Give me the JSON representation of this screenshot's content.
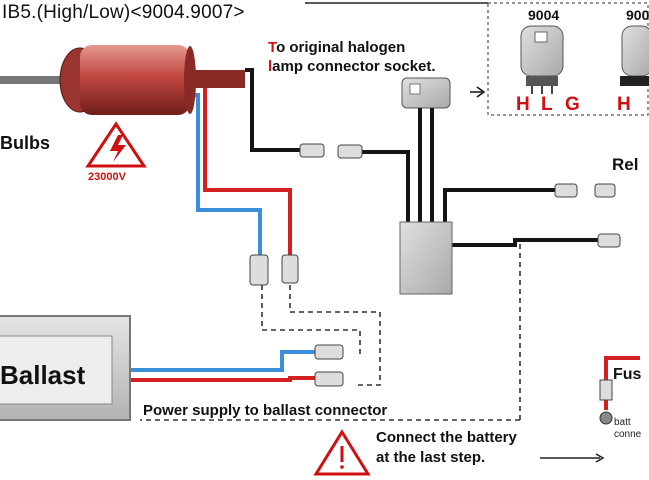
{
  "title": "IB5.(High/Low)<9004.9007>",
  "labels": {
    "bulbs": "Bulbs",
    "voltage": "23000V",
    "original_line1_lead": "T",
    "original_line1_rest": "o original halogen",
    "original_line2_lead": "l",
    "original_line2_rest": "amp connector socket.",
    "plug_a": "9004",
    "plug_b": "900",
    "pins_a": [
      "H",
      "L",
      "G"
    ],
    "pins_b": [
      "H"
    ],
    "relay": "Rel",
    "ballast": "Ballast",
    "power": "Power supply to ballast connector",
    "connect_line1": "Connect the battery",
    "connect_line2": "at the last step.",
    "fuse": "Fus",
    "battery_line1": "batt",
    "battery_line2": "conne"
  },
  "colors": {
    "red_wire": "#d42020",
    "blue_wire": "#3a8fd8",
    "black_wire": "#151515",
    "warning": "#d01010",
    "bulb_body": "#b8443e",
    "module_grey": "#c9c9c9"
  },
  "icons": [
    "warning-triangle-icon",
    "lightning-icon",
    "arrow-icon"
  ]
}
